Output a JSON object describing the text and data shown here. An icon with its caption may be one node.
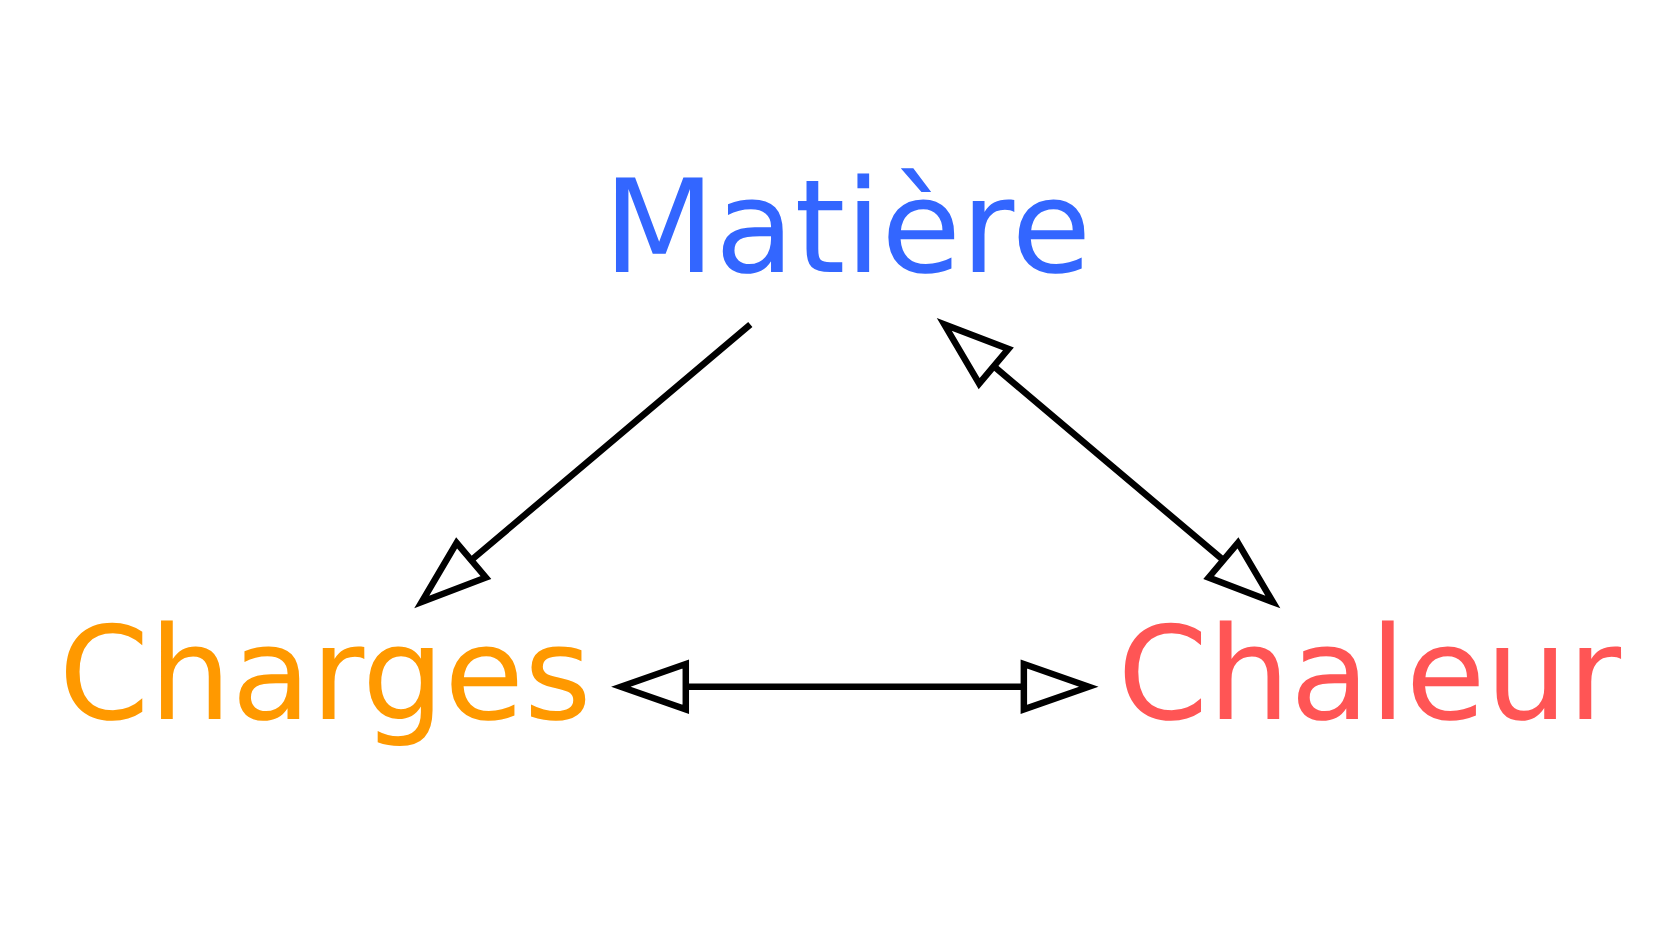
{
  "diagram": {
    "nodes": [
      {
        "text": [
          "Matière"
        ]
      },
      {
        "text": [
          "Charges"
        ]
      },
      {
        "text": [
          "Chaleur"
        ]
      }
    ],
    "edges": [
      {
        "from": 0,
        "to": 1,
        "arrow": "to"
      },
      {
        "from": 0,
        "to": 2,
        "arrow": "both"
      },
      {
        "from": 1,
        "to": 2,
        "arrow": "both"
      }
    ]
  }
}
